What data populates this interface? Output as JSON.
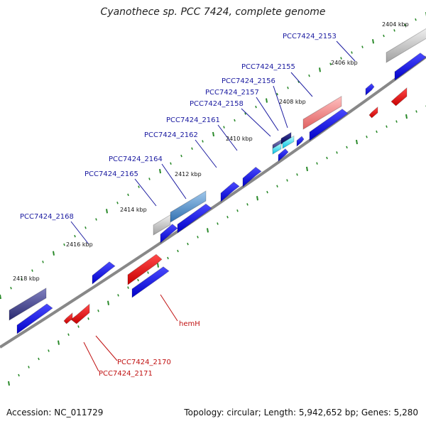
{
  "title": "Cyanothece sp. PCC 7424, complete genome",
  "footer": {
    "accession": "Accession: NC_011729",
    "summary": "Topology: circular; Length: 5,942,652 bp; Genes: 5,280"
  },
  "colors": {
    "plus_strand": "#1010e0",
    "minus_strand": "#e01010",
    "tick": "#2a8a2a",
    "backbone": "#888888",
    "label_plus": "#1a1aa0",
    "label_minus": "#c01010"
  },
  "kbp_labels": [
    "2404 kbp",
    "2406 kbp",
    "2408 kbp",
    "2410 kbp",
    "2412 kbp",
    "2414 kbp",
    "2416 kbp",
    "2418 kbp"
  ],
  "labels_plus": [
    "PCC7424_2153",
    "PCC7424_2155",
    "PCC7424_2156",
    "PCC7424_2157",
    "PCC7424_2158",
    "PCC7424_2161",
    "PCC7424_2162",
    "PCC7424_2164",
    "PCC7424_2165",
    "PCC7424_2168"
  ],
  "labels_minus": [
    "hemH",
    "PCC7424_2170",
    "PCC7424_2171"
  ]
}
